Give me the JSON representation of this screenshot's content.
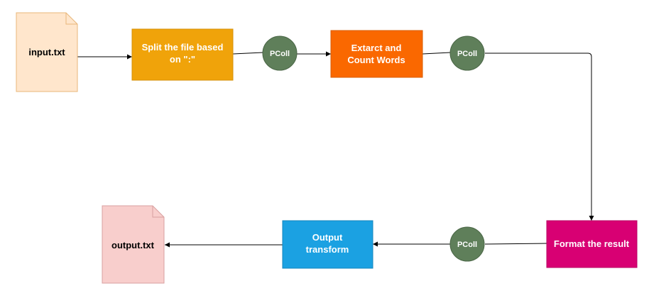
{
  "colors": {
    "input_doc_fill": "#ffe6cc",
    "input_doc_stroke": "#e8b77a",
    "split_fill": "#f0a30a",
    "split_stroke": "#d6910a",
    "extract_fill": "#fa6800",
    "extract_stroke": "#d95c00",
    "pcoll_fill": "#5f7f5a",
    "pcoll_stroke": "#4a6646",
    "format_fill": "#d80073",
    "format_stroke": "#b80063",
    "output_fill": "#1ba1e2",
    "output_stroke": "#1686bd",
    "output_doc_fill": "#f8cecc",
    "output_doc_stroke": "#d9a0a0",
    "edge": "#000000",
    "dark_text": "#000000",
    "light_text": "#ffffff"
  },
  "nodes": {
    "input_file": {
      "label": "input.txt"
    },
    "split": {
      "line1": "Split the file based",
      "line2": "on \":\""
    },
    "pcoll1": {
      "label": "PColl"
    },
    "extract": {
      "line1": "Extarct and",
      "line2": "Count Words"
    },
    "pcoll2": {
      "label": "PColl"
    },
    "format": {
      "label": "Format the result"
    },
    "pcoll3": {
      "label": "PColl"
    },
    "output_transform": {
      "line1": "Output",
      "line2": "transform"
    },
    "output_file": {
      "label": "output.txt"
    }
  }
}
